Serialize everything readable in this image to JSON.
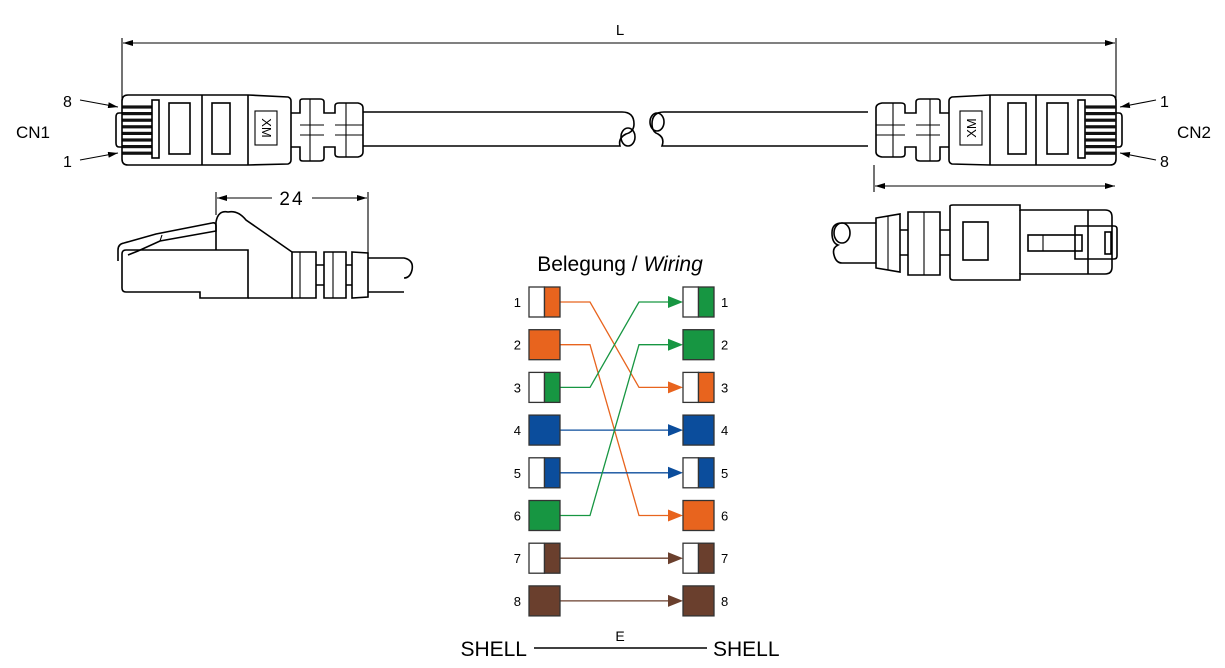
{
  "drawing": {
    "length_label": "L",
    "dim_24": "24",
    "connectors": {
      "left": {
        "name": "CN1",
        "pin_top": "8",
        "pin_bottom": "1",
        "marking": "XM"
      },
      "right": {
        "name": "CN2",
        "pin_top": "1",
        "pin_bottom": "8",
        "marking": "XM"
      }
    }
  },
  "wiring": {
    "title_de": "Belegung",
    "title_sep": " / ",
    "title_en": "Wiring",
    "colors": {
      "orange": "#E8641E",
      "green": "#179642",
      "blue": "#0B4D9C",
      "brown": "#6A3F2D",
      "white": "#FFFFFF"
    },
    "left_pins": [
      {
        "pin": "1",
        "color": "orange",
        "striped": true
      },
      {
        "pin": "2",
        "color": "orange",
        "striped": false
      },
      {
        "pin": "3",
        "color": "green",
        "striped": true
      },
      {
        "pin": "4",
        "color": "blue",
        "striped": false
      },
      {
        "pin": "5",
        "color": "blue",
        "striped": true
      },
      {
        "pin": "6",
        "color": "green",
        "striped": false
      },
      {
        "pin": "7",
        "color": "brown",
        "striped": true
      },
      {
        "pin": "8",
        "color": "brown",
        "striped": false
      }
    ],
    "right_pins": [
      {
        "pin": "1",
        "color": "green",
        "striped": true
      },
      {
        "pin": "2",
        "color": "green",
        "striped": false
      },
      {
        "pin": "3",
        "color": "orange",
        "striped": true
      },
      {
        "pin": "4",
        "color": "blue",
        "striped": false
      },
      {
        "pin": "5",
        "color": "blue",
        "striped": true
      },
      {
        "pin": "6",
        "color": "orange",
        "striped": false
      },
      {
        "pin": "7",
        "color": "brown",
        "striped": true
      },
      {
        "pin": "8",
        "color": "brown",
        "striped": false
      }
    ],
    "connections": [
      {
        "from": 1,
        "to": 3,
        "color": "orange"
      },
      {
        "from": 2,
        "to": 6,
        "color": "orange"
      },
      {
        "from": 3,
        "to": 1,
        "color": "green"
      },
      {
        "from": 4,
        "to": 4,
        "color": "blue"
      },
      {
        "from": 5,
        "to": 5,
        "color": "blue"
      },
      {
        "from": 6,
        "to": 2,
        "color": "green"
      },
      {
        "from": 7,
        "to": 7,
        "color": "brown"
      },
      {
        "from": 8,
        "to": 8,
        "color": "brown"
      }
    ],
    "shell": {
      "left": "SHELL",
      "right": "SHELL",
      "mid": "E"
    }
  }
}
